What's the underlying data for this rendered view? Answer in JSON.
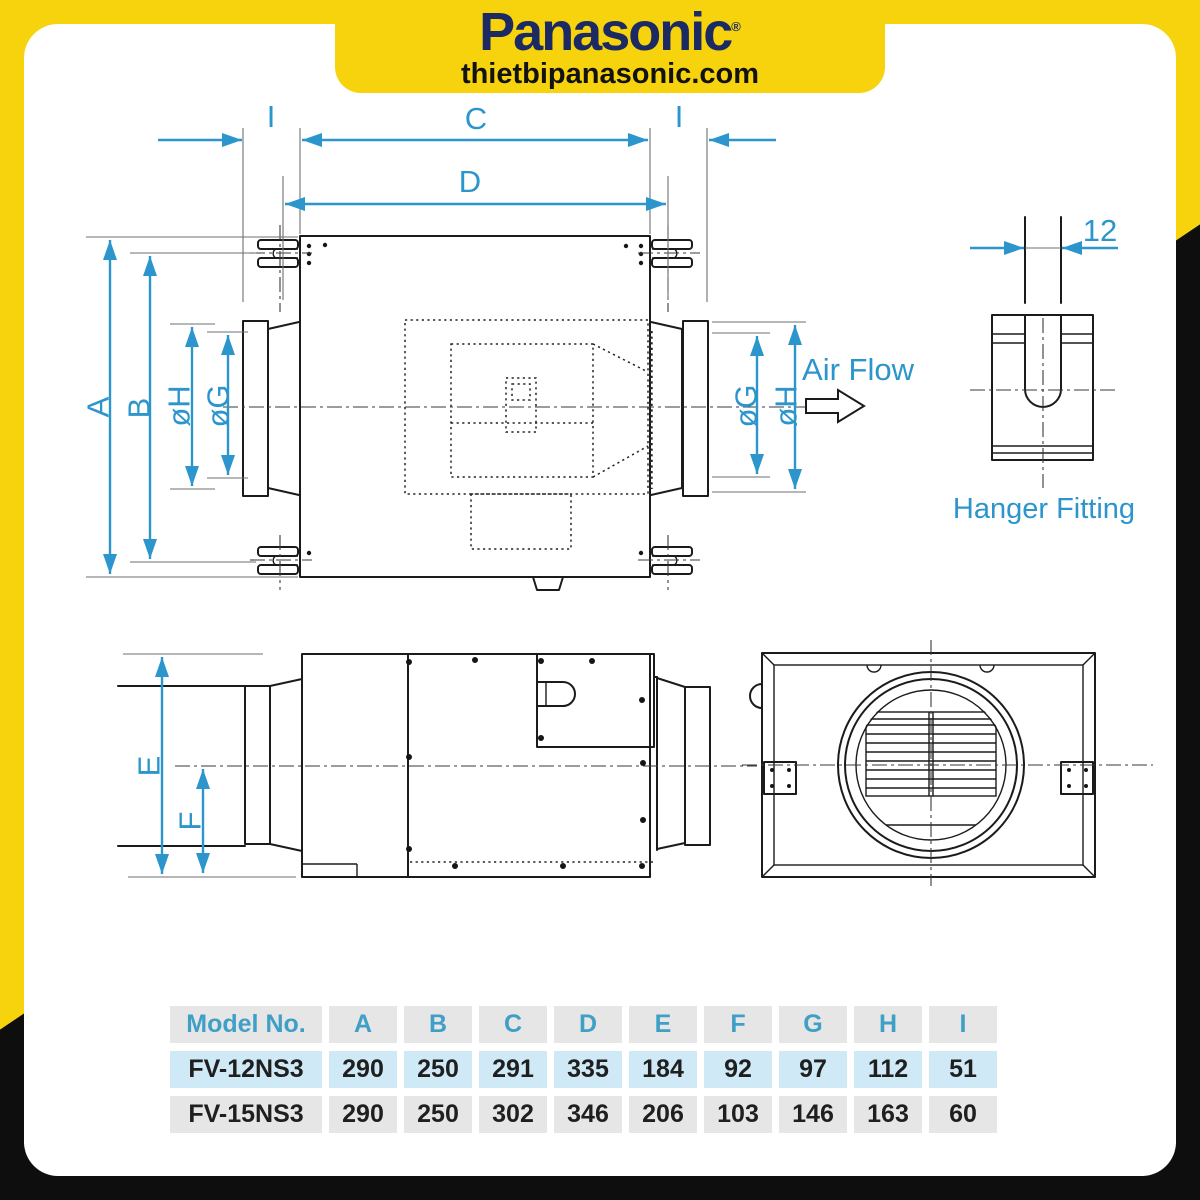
{
  "brand": {
    "logo": "Panasonic",
    "registered_mark": "®",
    "website": "thietbipanasonic.com"
  },
  "colors": {
    "banner_yellow": "#F7D30D",
    "frame_black": "#0e0e0e",
    "brand_navy": "#1b2a63",
    "dimension_blue": "#2b95cc",
    "table_header_text": "#3f9fc6",
    "table_cell_gray": "#e6e6e6",
    "table_row_highlight": "#cfe9f6"
  },
  "diagram": {
    "top_dims": {
      "i_left": "I",
      "c": "C",
      "i_right": "I",
      "d": "D"
    },
    "left_dims": {
      "a": "A",
      "b": "B",
      "oh": "øH",
      "og": "øG"
    },
    "right_dims": {
      "og": "øG",
      "oh": "øH"
    },
    "airflow_label": "Air Flow",
    "hanger": {
      "width": "12",
      "caption": "Hanger Fitting"
    },
    "side_dims": {
      "e": "E",
      "f": "F"
    }
  },
  "table": {
    "columns": [
      "Model No.",
      "A",
      "B",
      "C",
      "D",
      "E",
      "F",
      "G",
      "H",
      "I"
    ],
    "rows": [
      {
        "model": "FV-12NS3",
        "values": [
          "290",
          "250",
          "291",
          "335",
          "184",
          "92",
          "97",
          "112",
          "51"
        ]
      },
      {
        "model": "FV-15NS3",
        "values": [
          "290",
          "250",
          "302",
          "346",
          "206",
          "103",
          "146",
          "163",
          "60"
        ]
      }
    ]
  }
}
